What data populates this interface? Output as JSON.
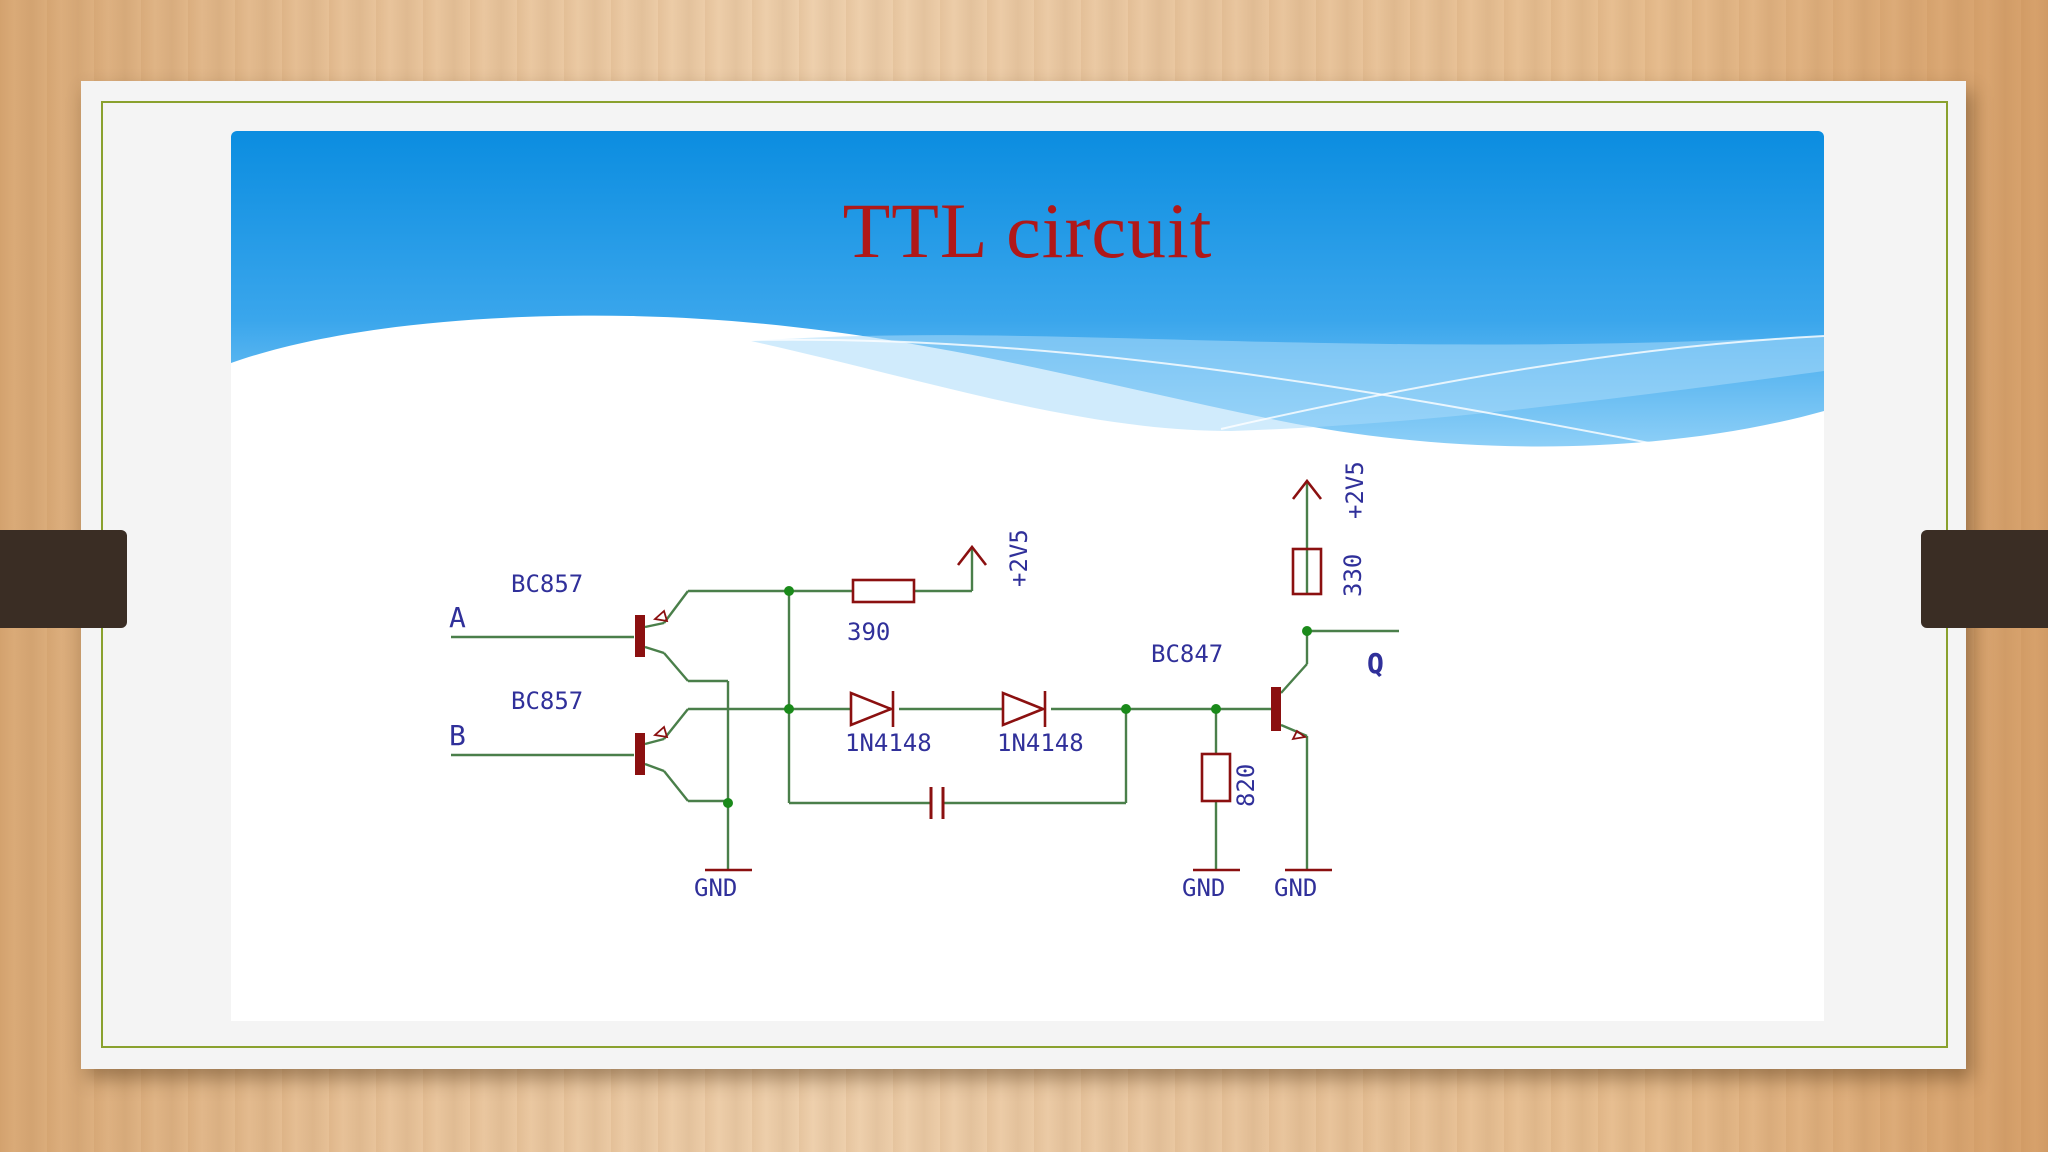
{
  "slide": {
    "title": "TTL circuit"
  },
  "colors": {
    "banner_top": "#0b8de0",
    "banner_bottom": "#7fc6f5",
    "title": "#b01818",
    "wire": "#4a7f4a",
    "node": "#1a8a1a",
    "component": "#8b1010",
    "label": "#30309a",
    "frame": "#8aa12e"
  },
  "diagram": {
    "inputs": {
      "a": "A",
      "b": "B"
    },
    "output": "Q",
    "transistors": {
      "t1": "BC857",
      "t2": "BC857",
      "t3": "BC847"
    },
    "resistors": {
      "r1": "390",
      "r2": "820",
      "r3": "330"
    },
    "diodes": {
      "d1": "1N4148",
      "d2": "1N4148"
    },
    "supplies": {
      "v1": "+2V5",
      "v2": "+2V5"
    },
    "grounds": {
      "g1": "GND",
      "g2": "GND",
      "g3": "GND"
    }
  }
}
